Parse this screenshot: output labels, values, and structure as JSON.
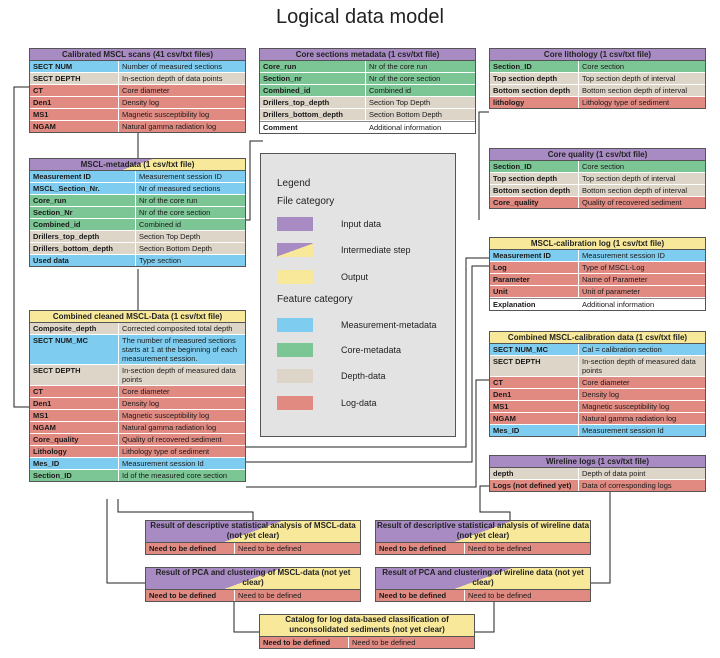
{
  "title": "Logical data model",
  "tables": {
    "calibrated_mscl": {
      "header": "Calibrated MSCL scans (41 csv/txt files)",
      "rows": [
        {
          "field": "SECT NUM",
          "desc": "Number of measured sections",
          "cat": "meas"
        },
        {
          "field": "SECT DEPTH",
          "desc": "In-section depth of data points",
          "cat": "depth"
        },
        {
          "field": "CT",
          "desc": "Core diameter",
          "cat": "log"
        },
        {
          "field": "Den1",
          "desc": "Density log",
          "cat": "log"
        },
        {
          "field": "MS1",
          "desc": "Magnetic susceptibility log",
          "cat": "log"
        },
        {
          "field": "NGAM",
          "desc": "Natural gamma radiation log",
          "cat": "log"
        }
      ]
    },
    "core_sections": {
      "header": "Core sections metadata (1 csv/txt file)",
      "rows": [
        {
          "field": "Core_run",
          "desc": "Nr of the core run",
          "cat": "core"
        },
        {
          "field": "Section_nr",
          "desc": "Nr of the core section",
          "cat": "core"
        },
        {
          "field": "Combined_id",
          "desc": "Combined id",
          "cat": "core"
        },
        {
          "field": "Drillers_top_depth",
          "desc": "Section Top Depth",
          "cat": "depth"
        },
        {
          "field": "Drillers_bottom_depth",
          "desc": "Section Bottom Depth",
          "cat": "depth"
        },
        {
          "field": "Comment",
          "desc": "Additional information",
          "cat": "plain"
        }
      ]
    },
    "core_lithology": {
      "header": "Core lithology (1 csv/txt file)",
      "rows": [
        {
          "field": "Section_ID",
          "desc": "Core section",
          "cat": "core"
        },
        {
          "field": "Top section depth",
          "desc": "Top section depth of interval",
          "cat": "depth"
        },
        {
          "field": "Bottom section depth",
          "desc": "Bottom section depth of interval",
          "cat": "depth"
        },
        {
          "field": "lithology",
          "desc": "Lithology type of sediment",
          "cat": "log"
        }
      ]
    },
    "mscl_metadata": {
      "header": "MSCL-metadata (1 csv/txt file)",
      "rows": [
        {
          "field": "Measurement ID",
          "desc": "Measurement session ID",
          "cat": "meas"
        },
        {
          "field": "MSCL_Section_Nr.",
          "desc": "Nr of measured sections",
          "cat": "meas"
        },
        {
          "field": "Core_run",
          "desc": "Nr of the core run",
          "cat": "core"
        },
        {
          "field": "Section_Nr",
          "desc": "Nr of the core section",
          "cat": "core"
        },
        {
          "field": "Combined_id",
          "desc": "Combined id",
          "cat": "core"
        },
        {
          "field": "Drillers_top_depth",
          "desc": "Section Top Depth",
          "cat": "depth"
        },
        {
          "field": "Drillers_bottom_depth",
          "desc": "Section Bottom Depth",
          "cat": "depth"
        },
        {
          "field": "Used data",
          "desc": "Type section",
          "cat": "meas"
        }
      ]
    },
    "core_quality": {
      "header": "Core quality (1 csv/txt file)",
      "rows": [
        {
          "field": "Section_ID",
          "desc": "Core section",
          "cat": "core"
        },
        {
          "field": "Top section depth",
          "desc": "Top section depth of interval",
          "cat": "depth"
        },
        {
          "field": "Bottom section depth",
          "desc": "Bottom section depth of interval",
          "cat": "depth"
        },
        {
          "field": "Core_quality",
          "desc": "Quality of recovered sediment",
          "cat": "log"
        }
      ]
    },
    "mscl_calibration_log": {
      "header": "MSCL-calibration log (1 csv/txt file)",
      "rows": [
        {
          "field": "Measurement ID",
          "desc": "Measurement session ID",
          "cat": "meas"
        },
        {
          "field": "Log",
          "desc": "Type of MSCL-Log",
          "cat": "log"
        },
        {
          "field": "Parameter",
          "desc": "Name of Parameter",
          "cat": "log"
        },
        {
          "field": "Unit",
          "desc": "Unit of parameter",
          "cat": "log"
        },
        {
          "field": "Explanation",
          "desc": "Additional information",
          "cat": "plain"
        }
      ]
    },
    "combined_cleaned": {
      "header": "Combined cleaned MSCL-Data (1 csv/txt file)",
      "rows": [
        {
          "field": "Composite_depth",
          "desc": "Corrected composited total depth",
          "cat": "depth"
        },
        {
          "field": "SECT NUM_MC",
          "desc": "The number of measured sections starts at 1 at the beginning of each measurement session.",
          "cat": "meas"
        },
        {
          "field": "SECT DEPTH",
          "desc": "In-section depth of measured data points",
          "cat": "depth"
        },
        {
          "field": "CT",
          "desc": "Core diameter",
          "cat": "log"
        },
        {
          "field": "Den1",
          "desc": "Density log",
          "cat": "log"
        },
        {
          "field": "MS1",
          "desc": "Magnetic susceptibility log",
          "cat": "log"
        },
        {
          "field": "NGAM",
          "desc": "Natural gamma radiation log",
          "cat": "log"
        },
        {
          "field": "Core_quality",
          "desc": "Quality of recovered sediment",
          "cat": "log"
        },
        {
          "field": "Lithology",
          "desc": "Lithology type of sediment",
          "cat": "log"
        },
        {
          "field": "Mes_ID",
          "desc": "Measurement session Id",
          "cat": "meas"
        },
        {
          "field": "Section_ID",
          "desc": "Id of the measured core section",
          "cat": "core"
        }
      ]
    },
    "combined_calibration": {
      "header": "Combined MSCL-calibration data (1 csv/txt file)",
      "rows": [
        {
          "field": "SECT NUM_MC",
          "desc": "Cal = calibration section",
          "cat": "meas"
        },
        {
          "field": "SECT DEPTH",
          "desc": "In-section depth of measured data points",
          "cat": "depth"
        },
        {
          "field": "CT",
          "desc": "Core diameter",
          "cat": "log"
        },
        {
          "field": "Den1",
          "desc": "Density log",
          "cat": "log"
        },
        {
          "field": "MS1",
          "desc": "Magnetic susceptibility log",
          "cat": "log"
        },
        {
          "field": "NGAM",
          "desc": "Natural gamma radiation log",
          "cat": "log"
        },
        {
          "field": "Mes_ID",
          "desc": "Measurement session Id",
          "cat": "meas"
        }
      ]
    },
    "wireline_logs": {
      "header": "Wireline logs (1 csv/txt file)",
      "rows": [
        {
          "field": "depth",
          "desc": "Depth of data point",
          "cat": "depth"
        },
        {
          "field": "Logs (not defined yet)",
          "desc": "Data of corresponding logs",
          "cat": "log"
        }
      ]
    },
    "stat_mscl": {
      "header": "Result of descriptive statistical analysis of MSCL-data (not yet clear)",
      "rows": [
        {
          "field": "Need to be defined",
          "desc": "Need to be defined",
          "cat": "log"
        }
      ]
    },
    "stat_wireline": {
      "header": "Result of descriptive statistical analysis of wireline data (not yet clear)",
      "rows": [
        {
          "field": "Need to be defined",
          "desc": "Need to be defined",
          "cat": "log"
        }
      ]
    },
    "pca_mscl": {
      "header": "Result of PCA and clustering of MSCL-data (not yet clear)",
      "rows": [
        {
          "field": "Need to be defined",
          "desc": "Need to be defined",
          "cat": "log"
        }
      ]
    },
    "pca_wireline": {
      "header": "Result of PCA and clustering of wireline data (not yet clear)",
      "rows": [
        {
          "field": "Need to be defined",
          "desc": "Need to be defined",
          "cat": "log"
        }
      ]
    },
    "catalog": {
      "header": "Catalog for log data-based classification of unconsolidated sediments (not yet clear)",
      "rows": [
        {
          "field": "Need to be defined",
          "desc": "Need to be defined",
          "cat": "log"
        }
      ]
    }
  },
  "legend": {
    "title": "Legend",
    "file_category_title": "File category",
    "file_items": [
      {
        "label": "Input data",
        "color": "#a98bc4"
      },
      {
        "label": "Intermediate step",
        "color": "gradient"
      },
      {
        "label": "Output",
        "color": "#f8e99a"
      }
    ],
    "feature_category_title": "Feature category",
    "feature_items": [
      {
        "label": "Measurement-metadata",
        "color": "#7ecdf0"
      },
      {
        "label": "Core-metadata",
        "color": "#7cc594"
      },
      {
        "label": "Depth-data",
        "color": "#ddd5c8"
      },
      {
        "label": "Log-data",
        "color": "#e08a82"
      }
    ]
  }
}
